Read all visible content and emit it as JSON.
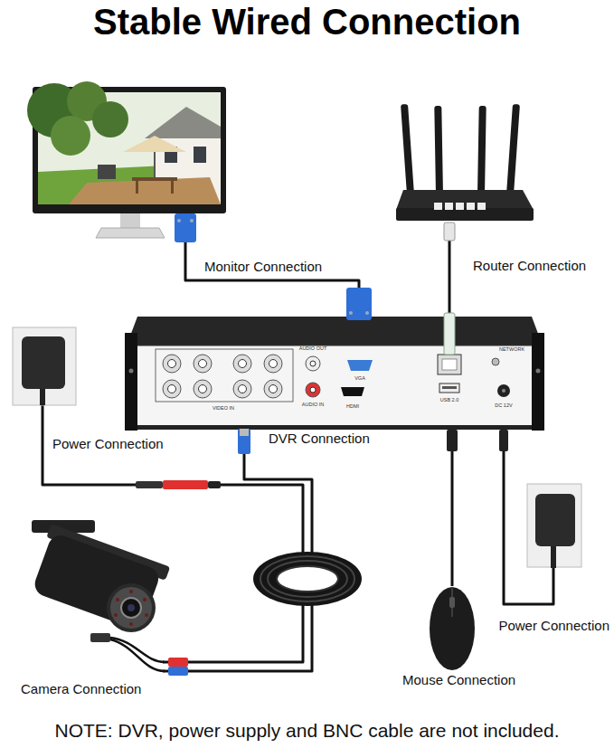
{
  "diagram": {
    "title": "Stable Wired Connection",
    "caption": "NOTE: DVR, power supply and BNC cable are not included.",
    "nodes": [
      {
        "text": [
          "Monitor Connection"
        ]
      },
      {
        "text": [
          "Router Connection"
        ]
      },
      {
        "text": [
          "VIDEO IN",
          "AUDIO OUT",
          "AUDIO IN",
          "VGA",
          "HDMI",
          "NETWORK",
          "USB 2.0",
          "DC 12V"
        ]
      },
      {
        "text": [
          "Power Connection"
        ]
      },
      {
        "text": [
          "Camera Connection"
        ]
      },
      {
        "text": [
          "Mouse Connection"
        ]
      },
      {
        "text": [
          "Power Connection"
        ]
      }
    ],
    "edges": [
      {
        "from": 0,
        "to": 2,
        "arrow": "none"
      },
      {
        "from": 1,
        "to": 2,
        "arrow": "none"
      },
      {
        "from": 3,
        "to": 4,
        "arrow": "none"
      },
      {
        "from": 4,
        "to": 2,
        "label": "DVR Connection",
        "arrow": "none"
      },
      {
        "from": 5,
        "to": 2,
        "arrow": "none"
      },
      {
        "from": 6,
        "to": 2,
        "arrow": "none"
      }
    ]
  }
}
